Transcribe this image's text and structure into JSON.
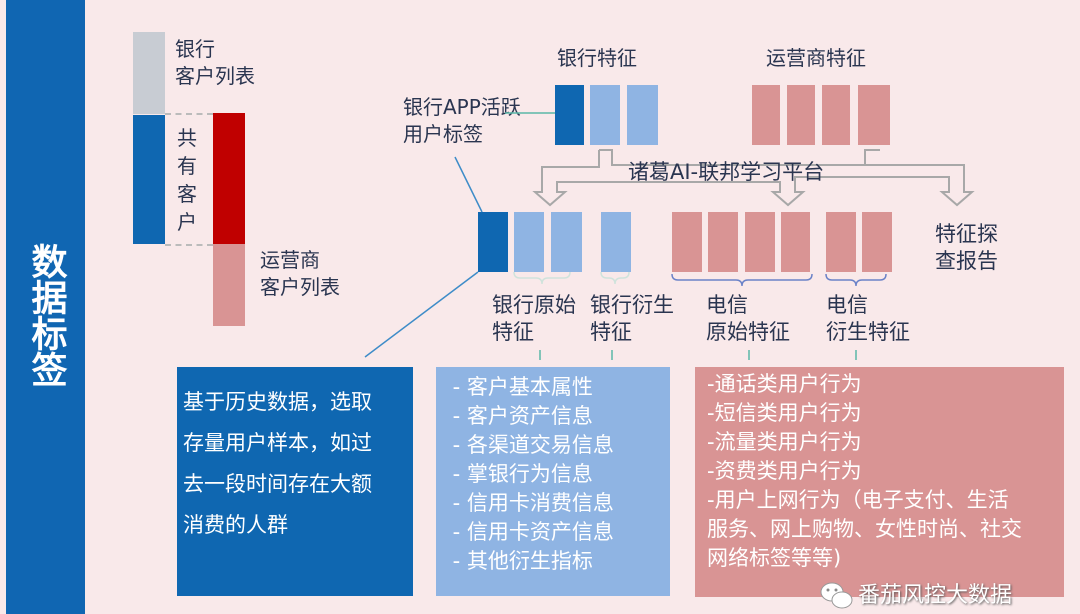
{
  "sidebar": {
    "title": "数据标签"
  },
  "venn": {
    "bank_list": "银行\n客户列表",
    "shared": "共\n有\n客\n户",
    "carrier_list": "运营商\n客户列表"
  },
  "top": {
    "bank_features": "银行特征",
    "carrier_features": "运营商特征",
    "app_tag": "银行APP活跃\n用户标签"
  },
  "platform": "诸葛AI-联邦学习平台",
  "report": "特征探\n查报告",
  "groups": [
    "银行原始\n特征",
    "银行衍生\n特征",
    "电信\n原始特征",
    "电信\n衍生特征"
  ],
  "boxes": {
    "history": "基于历史数据，选取\n存量用户样本，如过\n去一段时间存在大额\n消费的人群",
    "bank": " - 客户基本属性\n - 客户资产信息\n - 各渠道交易信息\n - 掌银行为信息\n - 信用卡消费信息\n - 信用卡资产信息\n - 其他衍生指标",
    "telecom": "-通话类用户行为\n-短信类用户行为\n-流量类用户行为\n-资费类用户行为\n-用户上网行为（电子支付、生活\n服务、网上购物、女性时尚、社交\n网络标签等等)"
  },
  "watermark": "番茄风控大数据",
  "colors": {
    "dark_blue": "#0f67b1",
    "light_blue": "#8fb4e3",
    "pink": "#d99494",
    "red": "#c00000",
    "gray": "#c8ccd3"
  }
}
